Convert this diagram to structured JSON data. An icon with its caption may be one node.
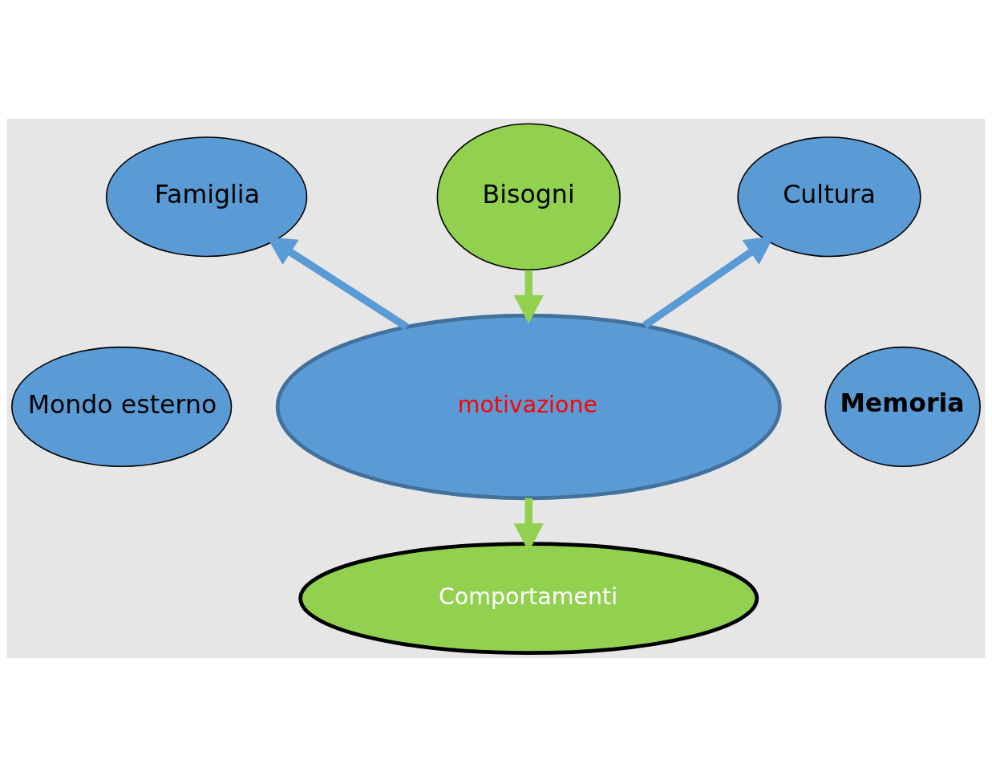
{
  "diagram": {
    "nodes": [
      {
        "text": [
          "Bisogni"
        ]
      },
      {
        "text": [
          "Famiglia"
        ]
      },
      {
        "text": [
          "Cultura"
        ]
      },
      {
        "text": [
          "Mondo esterno"
        ]
      },
      {
        "text": [
          "motivazione"
        ]
      },
      {
        "text": [
          "Memoria"
        ]
      },
      {
        "text": [
          "Comportamenti"
        ]
      }
    ],
    "edges": [
      {
        "from": 0,
        "to": 4,
        "arrow": "to",
        "color": "#92d050"
      },
      {
        "from": 4,
        "to": 1,
        "arrow": "to",
        "color": "#5b9bd5"
      },
      {
        "from": 4,
        "to": 2,
        "arrow": "to",
        "color": "#5b9bd5"
      },
      {
        "from": 4,
        "to": 6,
        "arrow": "to",
        "color": "#92d050"
      }
    ]
  }
}
